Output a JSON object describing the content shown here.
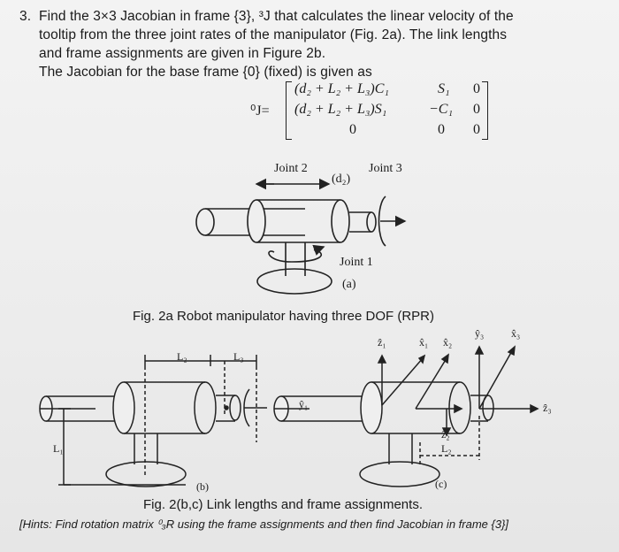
{
  "problem": {
    "number": "3.",
    "line1": "Find the 3×3 Jacobian in frame {3}, ³J that calculates the linear velocity of the",
    "line2": "tooltip from the three joint rates of the manipulator (Fig. 2a). The link lengths",
    "line3": "and frame assignments are given in Figure 2b.",
    "line4": "The Jacobian for the base frame {0} (fixed) is given as"
  },
  "matrix": {
    "lhs": "⁰J=",
    "r1c1": "(d₂ + L₂ + L₃)C₁",
    "r1c2": "S₁",
    "r1c3": "0",
    "r2c1": "(d₂ + L₂ + L₃)S₁",
    "r2c2": "−C₁",
    "r2c3": "0",
    "r3c1": "0",
    "r3c2": "0",
    "r3c3": "0"
  },
  "fig2a": {
    "joint2": "Joint 2",
    "d2": "(d₂)",
    "joint3": "Joint 3",
    "joint1": "Joint 1",
    "sub": "(a)",
    "caption": "Fig. 2a Robot manipulator having three DOF (RPR)"
  },
  "fig2bc": {
    "L2": "L₂",
    "L3": "L₃",
    "L1": "L₁",
    "y1": "ŷ₁",
    "z1": "ẑ₁",
    "x1": "x̂₁",
    "x2": "x̂₂",
    "y3": "ŷ₃",
    "x3": "x̂₃",
    "z3": "ẑ₃",
    "z2": "ẑ₂",
    "L2c": "L₂",
    "sub_b": "(b)",
    "sub_c": "(c)",
    "caption": "Fig. 2(b,c) Link lengths and frame assignments.",
    "hint": "[Hints: Find rotation matrix ⁰₃R using the frame assignments and then find Jacobian in frame {3}]"
  }
}
